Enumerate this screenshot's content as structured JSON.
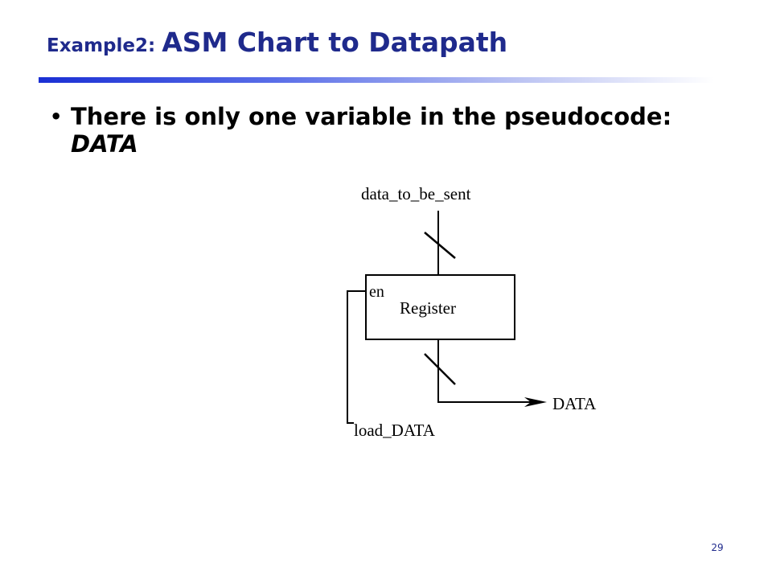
{
  "slide": {
    "title_prefix": "Example2: ",
    "title_main": "ASM Chart to Datapath",
    "bullet_text": "There is only one variable in the pseudocode: ",
    "bullet_variable": "DATA",
    "page_number": "29"
  },
  "diagram": {
    "input_label": "data_to_be_sent",
    "register_label": "Register",
    "enable_label": "en",
    "output_label": "DATA",
    "control_label": "load_DATA"
  }
}
